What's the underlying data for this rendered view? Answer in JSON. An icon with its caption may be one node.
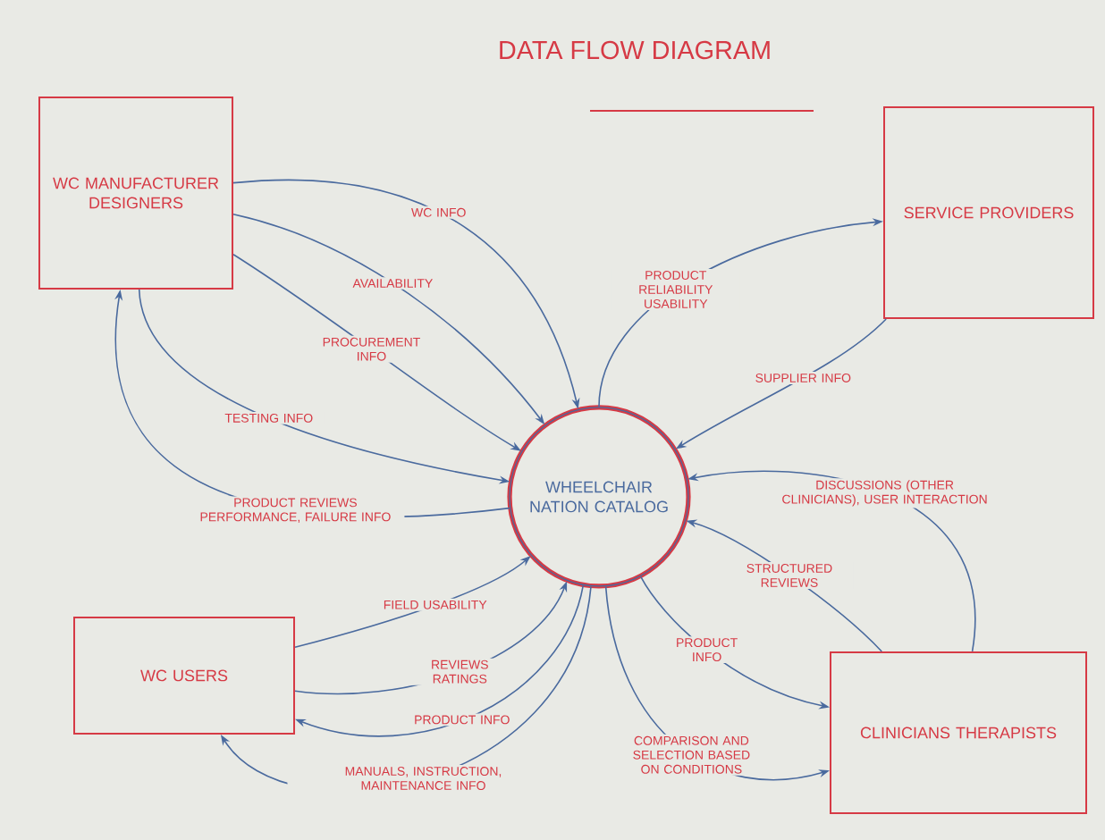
{
  "diagram": {
    "title": "DATA FLOW DIAGRAM",
    "nodes": [
      {
        "text": [
          "WC MANUFACTURER DESIGNERS"
        ]
      },
      {
        "text": [
          "SERVICE PROVIDERS"
        ]
      },
      {
        "text": [
          "WHEELCHAIR NATION CATALOG"
        ]
      },
      {
        "text": [
          "WC USERS"
        ]
      },
      {
        "text": [
          "CLINICIANS THERAPISTS"
        ]
      }
    ],
    "edges": [
      {
        "from": 0,
        "to": 2,
        "arrow": "to",
        "label": "WC INFO"
      },
      {
        "from": 0,
        "to": 2,
        "arrow": "to",
        "label": "AVAILABILITY"
      },
      {
        "from": 0,
        "to": 2,
        "arrow": "to",
        "label": "PROCUREMENT INFO"
      },
      {
        "from": 0,
        "to": 2,
        "arrow": "to",
        "label": "TESTING INFO"
      },
      {
        "from": 2,
        "to": 0,
        "arrow": "to",
        "label": "PRODUCT REVIEWS PERFORMANCE, FAILURE INFO"
      },
      {
        "from": 2,
        "to": 1,
        "arrow": "to",
        "label": "PRODUCT RELIABILITY USABILITY"
      },
      {
        "from": 1,
        "to": 2,
        "arrow": "to",
        "label": "SUPPLIER INFO"
      },
      {
        "from": 3,
        "to": 2,
        "arrow": "to",
        "label": "FIELD USABILITY"
      },
      {
        "from": 3,
        "to": 2,
        "arrow": "to",
        "label": "REVIEWS RATINGS"
      },
      {
        "from": 2,
        "to": 3,
        "arrow": "to",
        "label": "PRODUCT INFO"
      },
      {
        "from": 2,
        "to": 3,
        "arrow": "to",
        "label": "MANUALS, INSTRUCTION, MAINTENANCE INFO"
      },
      {
        "from": 4,
        "to": 2,
        "arrow": "to",
        "label": "DISCUSSIONS (OTHER CLINICIANS), USER INTERACTION"
      },
      {
        "from": 4,
        "to": 2,
        "arrow": "to",
        "label": "STRUCTURED REVIEWS"
      },
      {
        "from": 2,
        "to": 4,
        "arrow": "to",
        "label": "PRODUCT INFO"
      },
      {
        "from": 2,
        "to": 4,
        "arrow": "to",
        "label": "COMPARISON AND SELECTION BASED ON CONDITIONS"
      }
    ]
  }
}
